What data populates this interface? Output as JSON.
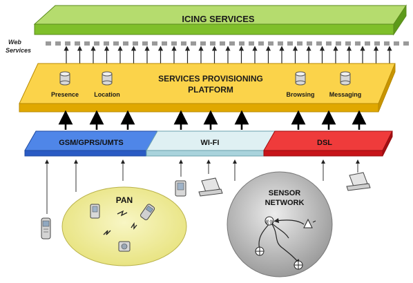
{
  "layers": {
    "icing": "ICING SERVICES",
    "web_services": [
      "Web",
      "Services"
    ],
    "platform_title_line1": "SERVICES PROVISIONING",
    "platform_title_line2": "PLATFORM",
    "platform_services": [
      "Presence",
      "Location",
      "Browsing",
      "Messaging"
    ],
    "access_networks": [
      "GSM/GPRS/UMTS",
      "WI-FI",
      "DSL"
    ]
  },
  "clusters": {
    "pan": "PAN",
    "sensor": [
      "SENSOR",
      "NETWORK"
    ]
  },
  "colors": {
    "icing": "#8cc63f",
    "platform": "#f5c518",
    "gsm": "#3a6fd8",
    "wifi": "#cfe8ee",
    "dsl": "#e01b22",
    "pan": "#f3ef9a",
    "sensor": "#c8c8c8"
  }
}
